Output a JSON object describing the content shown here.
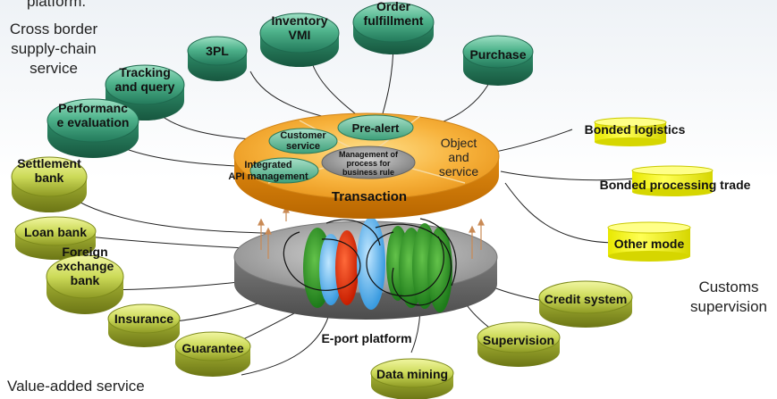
{
  "corner_text": {
    "top_fragment": "platform.",
    "cross_border": [
      "Cross border",
      "supply-chain",
      "service"
    ],
    "customs": [
      "Customs",
      "supervision"
    ],
    "value_added": "Value-added service"
  },
  "top_nodes": [
    {
      "lines": [
        "3PL"
      ]
    },
    {
      "lines": [
        "Inventory",
        "VMI"
      ]
    },
    {
      "lines": [
        "Order",
        "fulfillment"
      ]
    },
    {
      "lines": [
        "Purchase"
      ]
    },
    {
      "lines": [
        "Tracking",
        "and query"
      ]
    },
    {
      "lines": [
        "Performanc",
        "e evaluation"
      ]
    }
  ],
  "left_nodes": [
    {
      "lines": [
        "Settlement",
        "bank"
      ]
    },
    {
      "lines": [
        "Loan bank"
      ]
    },
    {
      "lines": [
        "Foreign",
        "exchange",
        "bank"
      ]
    },
    {
      "lines": [
        "Insurance"
      ]
    },
    {
      "lines": [
        "Guarantee"
      ]
    }
  ],
  "right_bottom_nodes": [
    {
      "lines": [
        "Credit system"
      ]
    },
    {
      "lines": [
        "Supervision"
      ]
    },
    {
      "lines": [
        "Data mining"
      ]
    }
  ],
  "customs_nodes": [
    {
      "lines": [
        "Bonded logistics"
      ]
    },
    {
      "lines": [
        "Bonded processing trade"
      ]
    },
    {
      "lines": [
        "Other mode"
      ]
    }
  ],
  "platform": {
    "customer_service": [
      "Customer",
      "service"
    ],
    "pre_alert": "Pre-alert",
    "integrated_api": [
      "Integrated",
      "API management"
    ],
    "management": [
      "Management of",
      "process for",
      "business rule"
    ],
    "object_service": [
      "Object",
      "and",
      "service"
    ],
    "transaction": "Transaction",
    "eport": "E-port platform"
  },
  "colors": {
    "green_node": "#3a9c7a",
    "lime_node": "#c8d85a",
    "yellow_cylinder": "#ffff00",
    "orange_disk": "#f2a530",
    "grey_disk": "#a0a0a0"
  }
}
